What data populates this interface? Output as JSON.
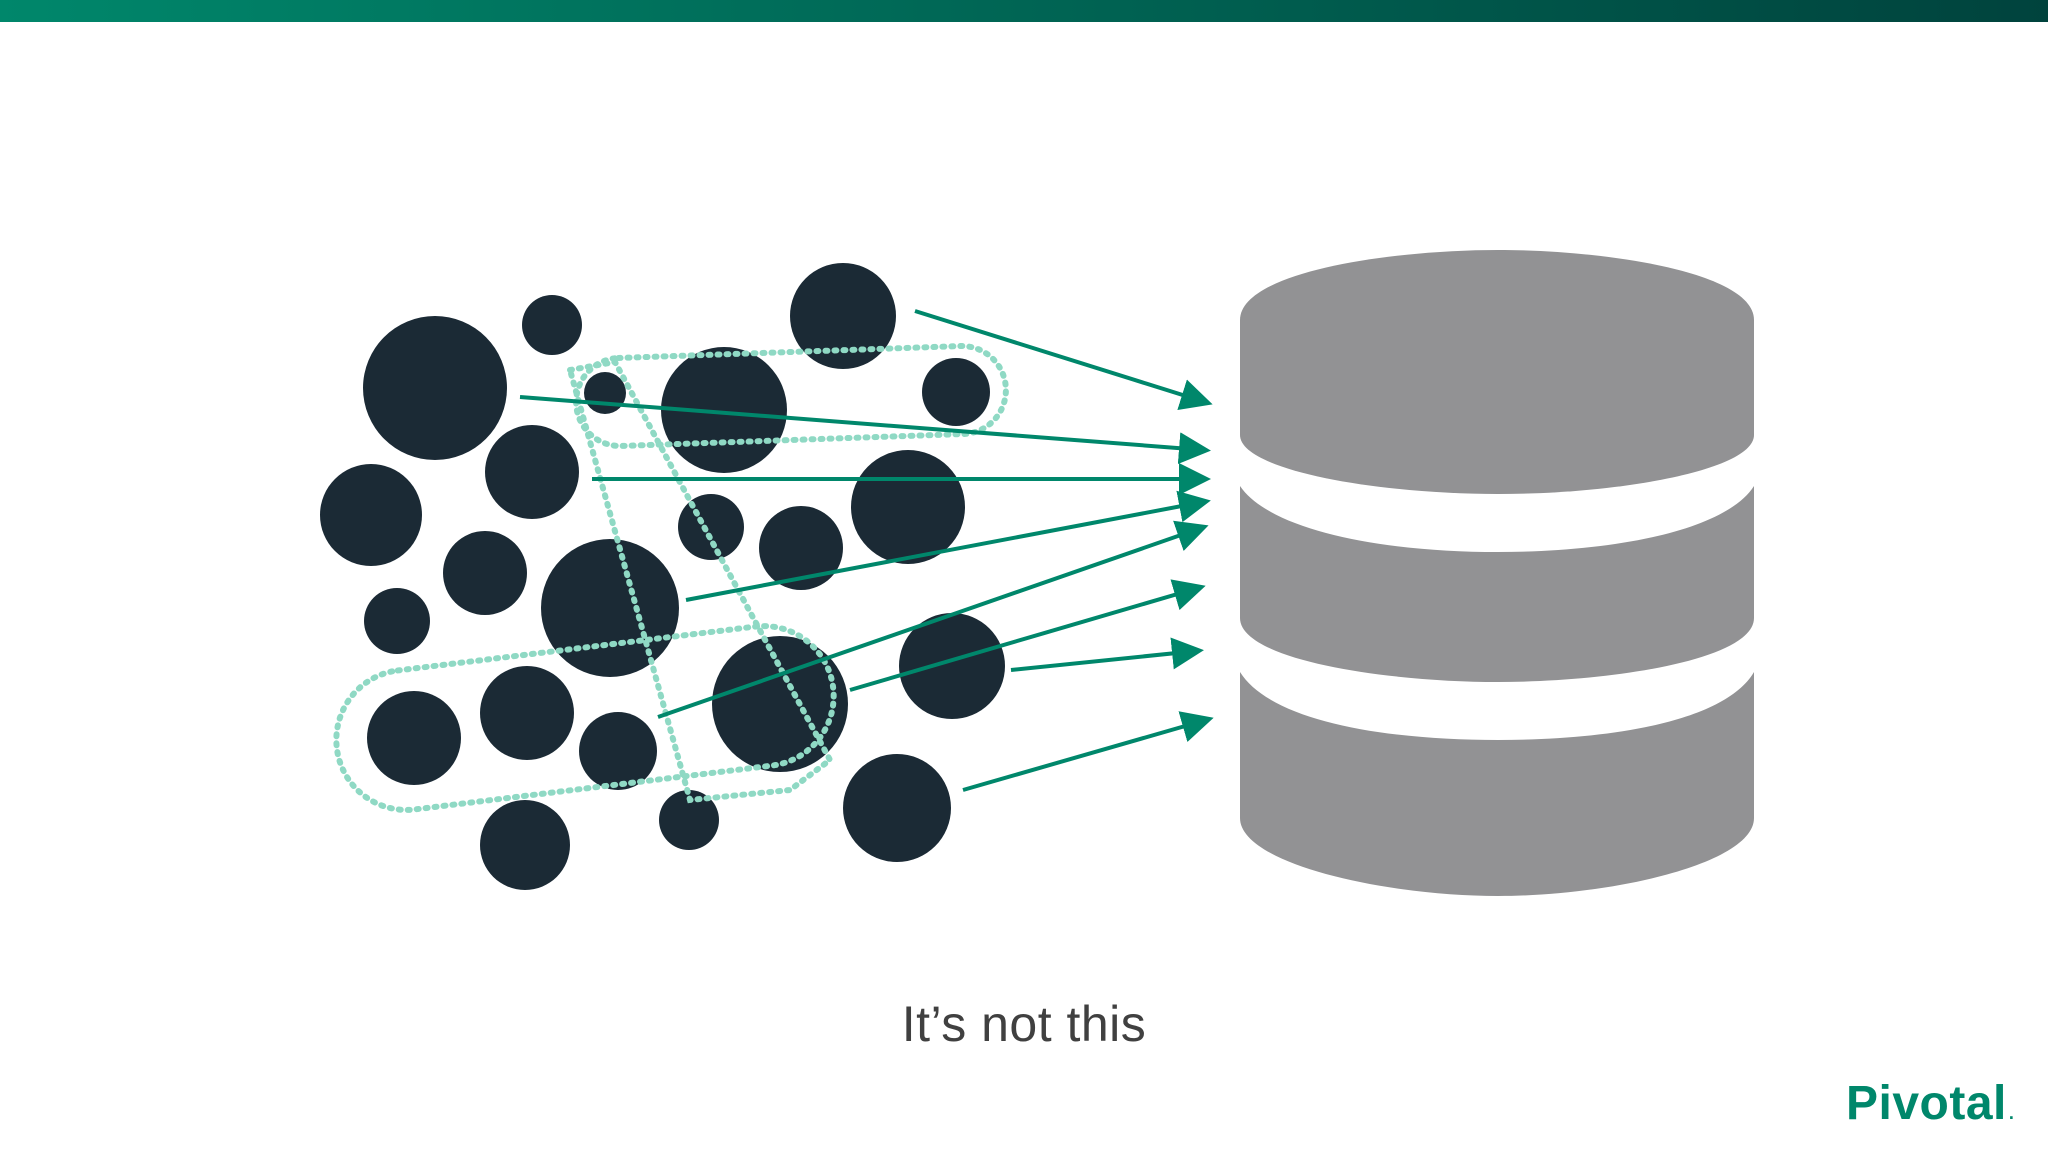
{
  "slide": {
    "caption": "It’s not this",
    "logo": "Pivotal",
    "logo_mark": "."
  },
  "colors": {
    "accent": "#00876b",
    "band_dark": "#00433d",
    "dots": "#1b2a35",
    "database": "#929294",
    "dotted_outline": "#8fd9c4",
    "caption": "#404040"
  },
  "icons": {
    "database": "database-icon",
    "data_points": "scattered-data-points"
  }
}
